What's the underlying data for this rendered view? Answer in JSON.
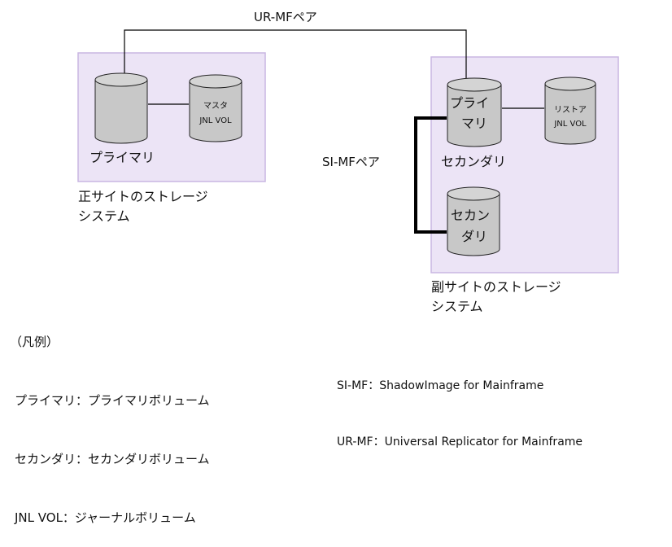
{
  "pair_labels": {
    "ur_mf_pair": "UR-MFペア",
    "si_mf_pair": "SI-MFペア"
  },
  "primary_site": {
    "label_line1": "正サイトのストレージ",
    "label_line2": "システム",
    "primary_volume_label": "プライマリ",
    "master_jnl_line1": "マスタ",
    "master_jnl_line2": "JNL VOL"
  },
  "secondary_site": {
    "label_line1": "副サイトのストレージ",
    "label_line2": "システム",
    "primary_line1": "プライ",
    "primary_line2": "マリ",
    "secondary_label": "セカンダリ",
    "restore_jnl_line1": "リストア",
    "restore_jnl_line2": "JNL VOL",
    "si_secondary_line1": "セカン",
    "si_secondary_line2": "ダリ"
  },
  "legend": {
    "title": "（凡例）",
    "items": [
      "プライマリ：プライマリボリューム",
      "セカンダリ：セカンダリボリューム",
      "JNL VOL：ジャーナルボリューム"
    ],
    "abbreviations": [
      "SI-MF：ShadowImage for Mainframe",
      "UR-MF：Universal Replicator for Mainframe"
    ]
  },
  "colors": {
    "site_fill": "#ece4f6",
    "site_border": "#c9b6e2",
    "cylinder_fill": "#c8c8c8",
    "line": "#000000"
  }
}
